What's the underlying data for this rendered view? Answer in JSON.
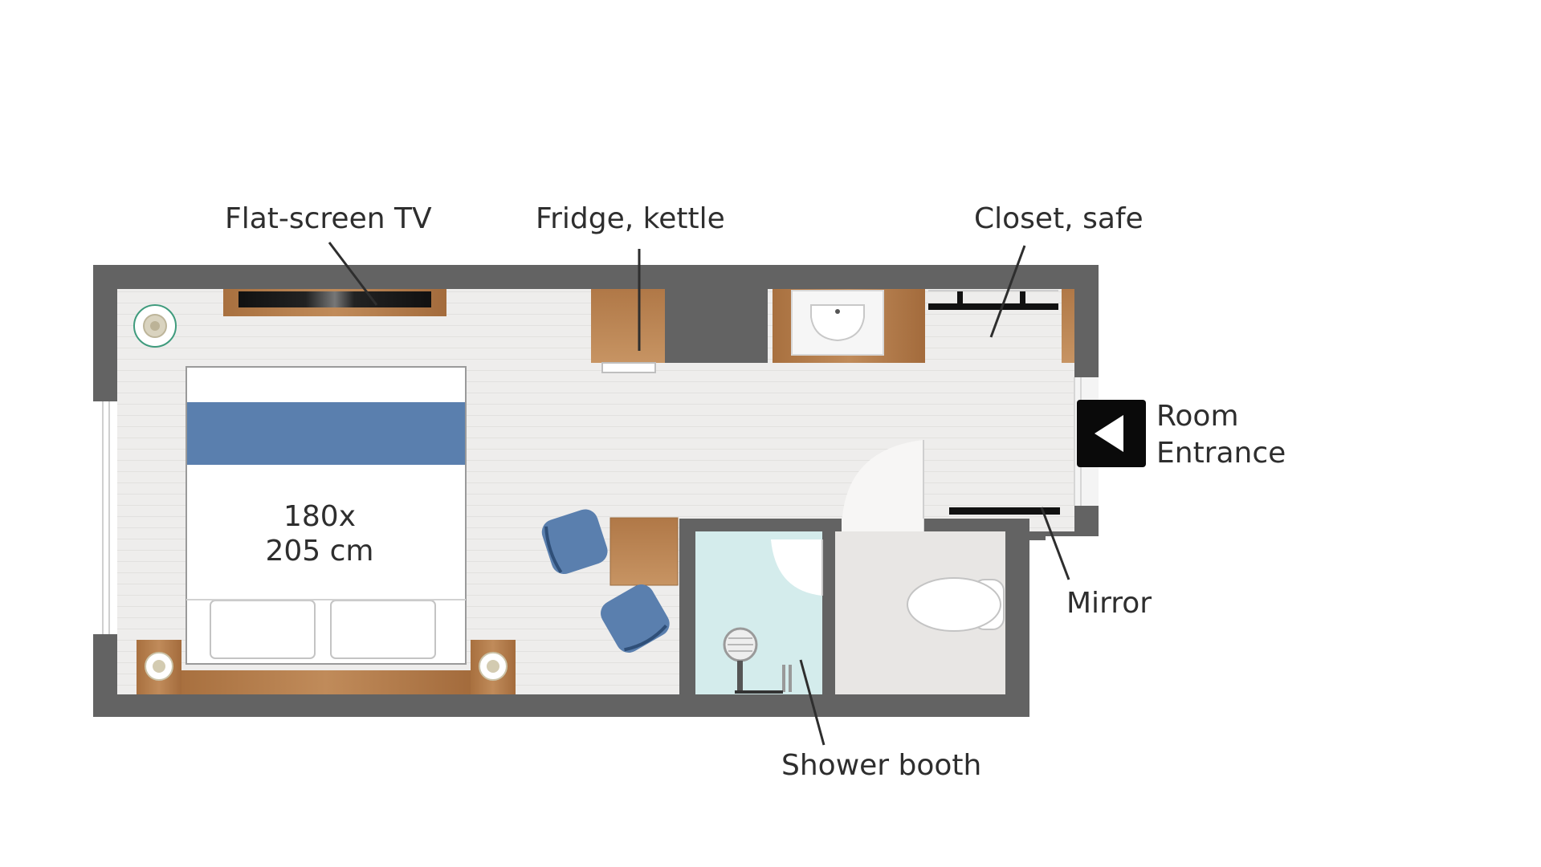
{
  "labels": {
    "tv": "Flat-screen TV",
    "fridge": "Fridge, kettle",
    "closet": "Closet, safe",
    "entrance_line1": "Room",
    "entrance_line2": "Entrance",
    "mirror": "Mirror",
    "shower": "Shower booth",
    "bed_line1": "180x",
    "bed_line2": "205 cm"
  },
  "colors": {
    "wall": "#636363",
    "floor": "#ececeb",
    "wood": "#b07a4d",
    "blue": "#5a7fae",
    "shower": "#d4ecec",
    "bathroom_floor": "#e8e6e4",
    "text": "#2e2e2e"
  }
}
